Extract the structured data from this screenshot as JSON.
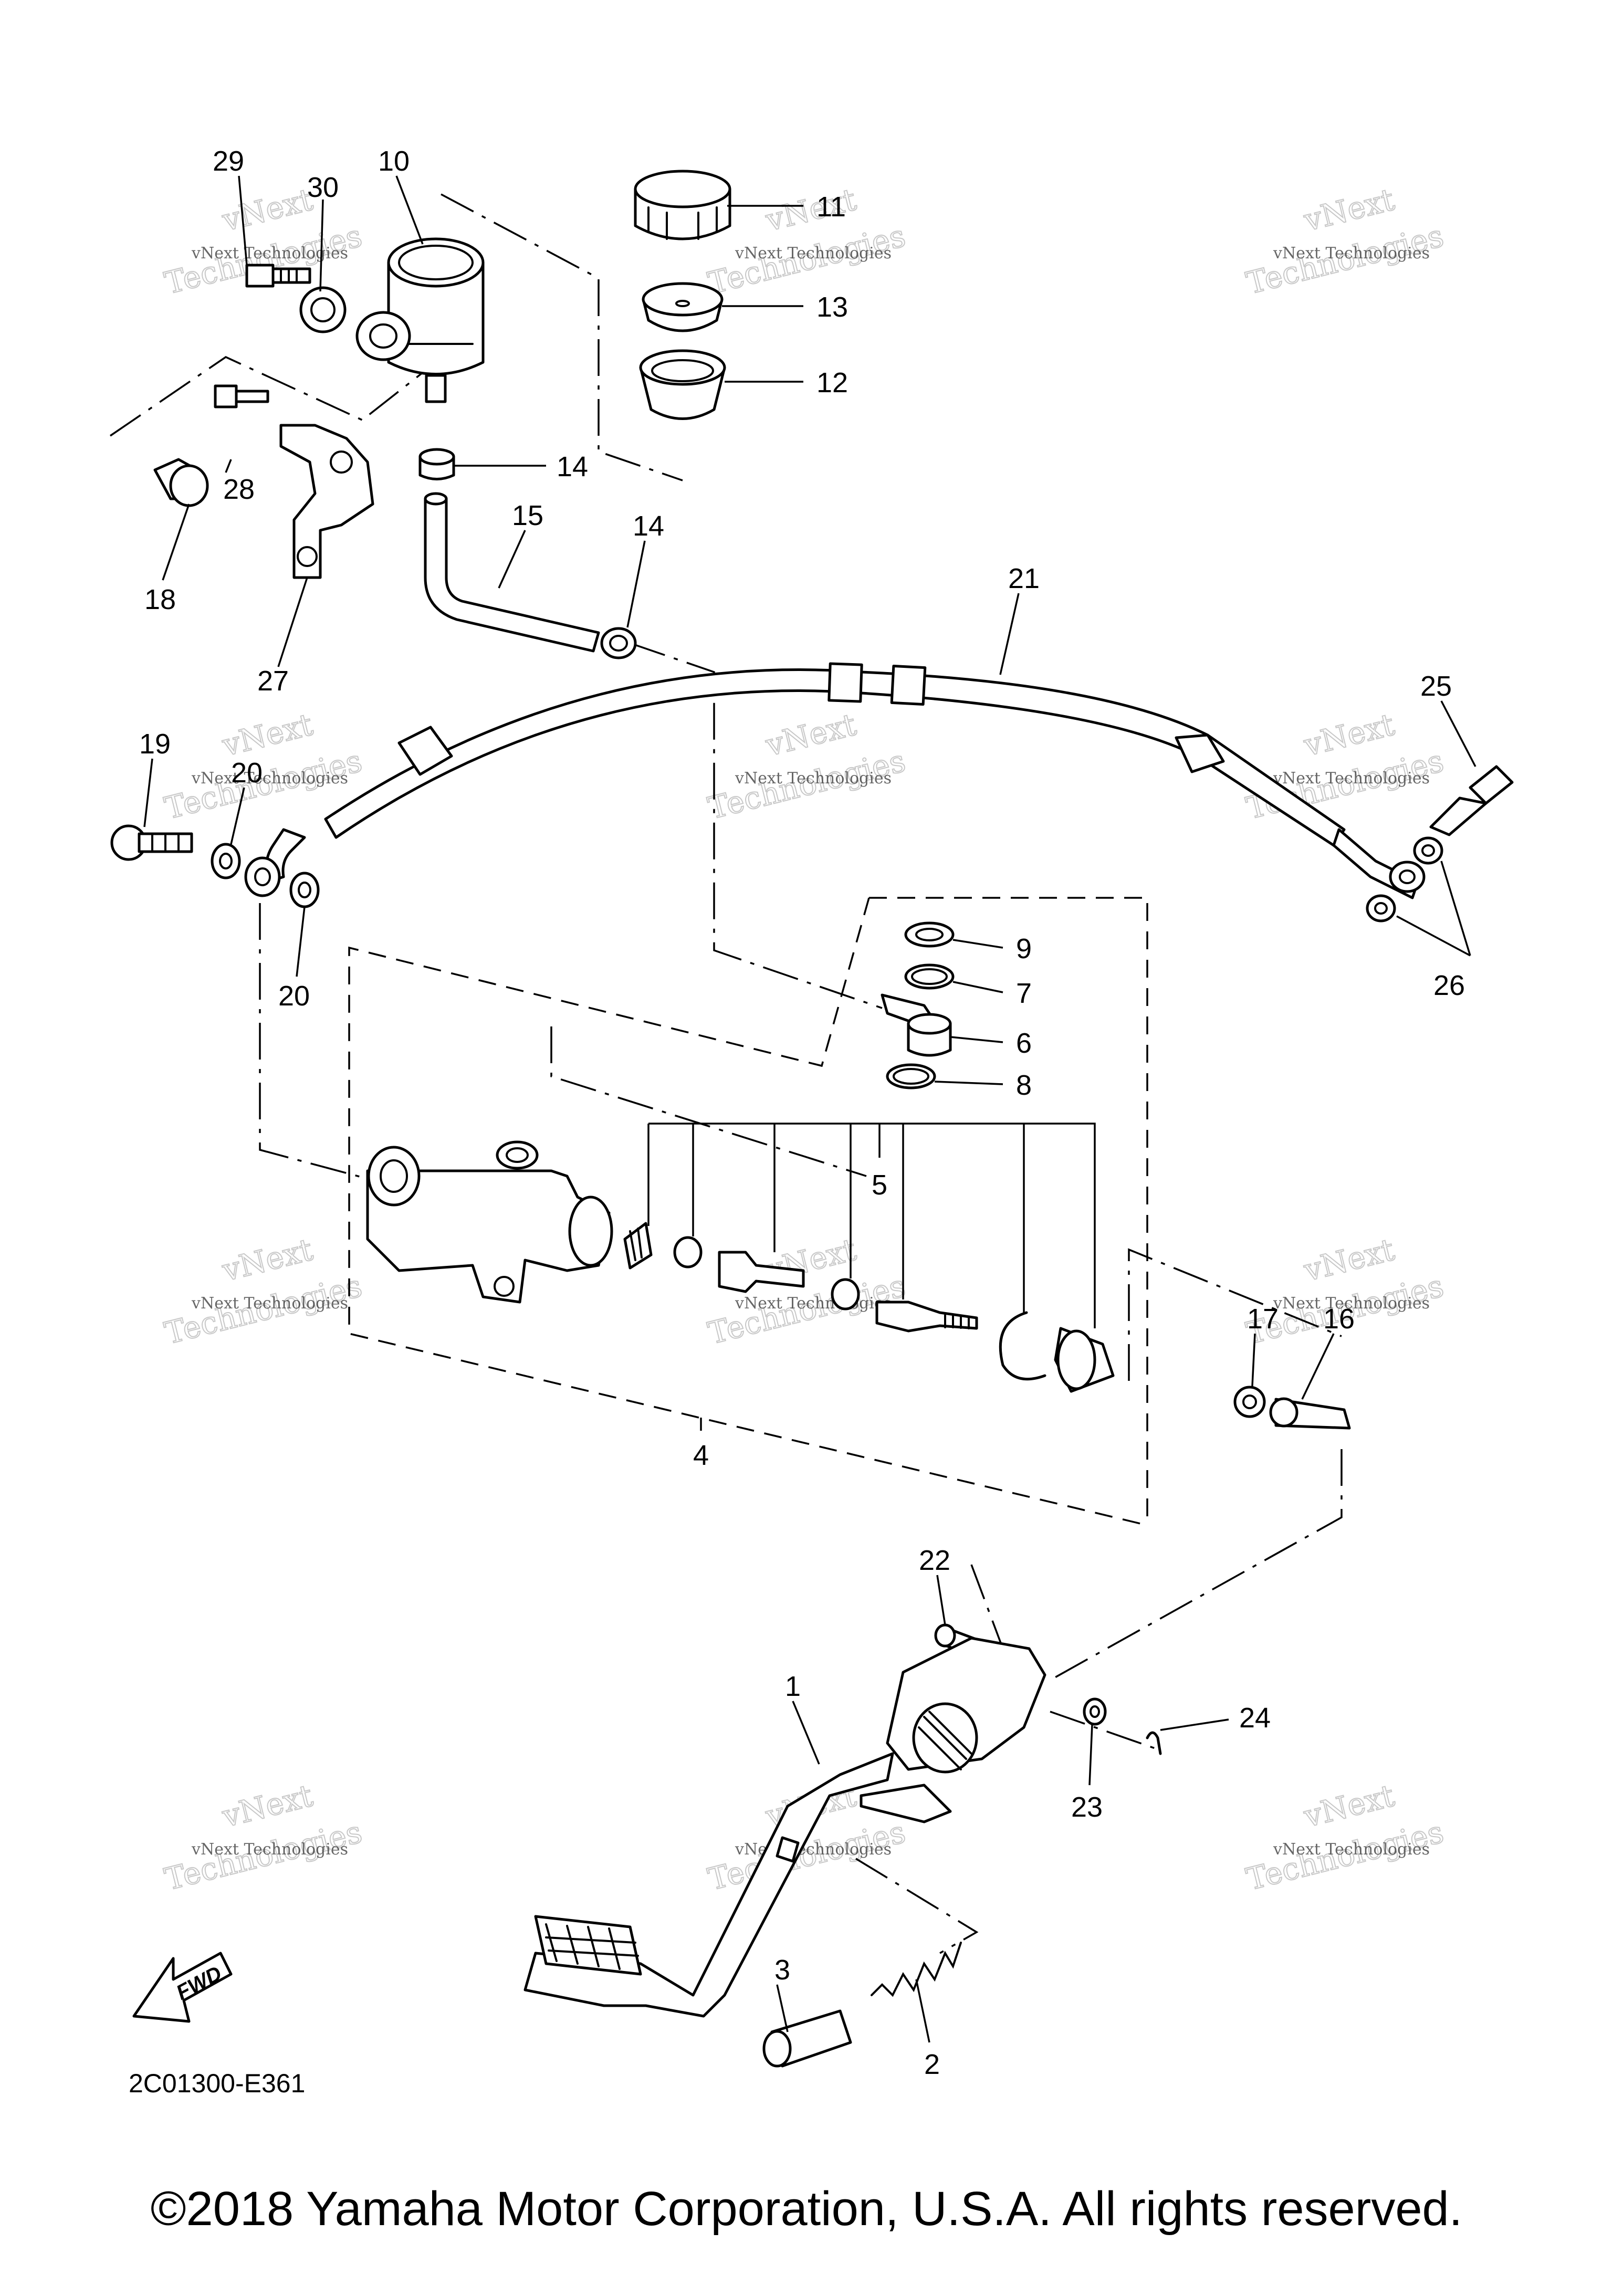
{
  "diagram": {
    "ref_code": "2C01300-E361",
    "fwd_label": "FWD",
    "copyright": "©2018 Yamaha Motor Corporation, U.S.A. All rights reserved.",
    "watermark": {
      "line1": "vNext Technologies",
      "line2": "Technologies",
      "prefix": "vNext"
    },
    "callouts": [
      {
        "id": "c1",
        "label": "1"
      },
      {
        "id": "c2",
        "label": "2"
      },
      {
        "id": "c3",
        "label": "3"
      },
      {
        "id": "c4",
        "label": "4"
      },
      {
        "id": "c5",
        "label": "5"
      },
      {
        "id": "c6",
        "label": "6"
      },
      {
        "id": "c7",
        "label": "7"
      },
      {
        "id": "c8",
        "label": "8"
      },
      {
        "id": "c9",
        "label": "9"
      },
      {
        "id": "c10",
        "label": "10"
      },
      {
        "id": "c11",
        "label": "11"
      },
      {
        "id": "c12",
        "label": "12"
      },
      {
        "id": "c13",
        "label": "13"
      },
      {
        "id": "c14a",
        "label": "14"
      },
      {
        "id": "c14b",
        "label": "14"
      },
      {
        "id": "c15",
        "label": "15"
      },
      {
        "id": "c16",
        "label": "16"
      },
      {
        "id": "c17",
        "label": "17"
      },
      {
        "id": "c18",
        "label": "18"
      },
      {
        "id": "c19",
        "label": "19"
      },
      {
        "id": "c20a",
        "label": "20"
      },
      {
        "id": "c20b",
        "label": "20"
      },
      {
        "id": "c21",
        "label": "21"
      },
      {
        "id": "c22",
        "label": "22"
      },
      {
        "id": "c23",
        "label": "23"
      },
      {
        "id": "c24",
        "label": "24"
      },
      {
        "id": "c25",
        "label": "25"
      },
      {
        "id": "c26",
        "label": "26"
      },
      {
        "id": "c27",
        "label": "27"
      },
      {
        "id": "c28",
        "label": "28"
      },
      {
        "id": "c29",
        "label": "29"
      },
      {
        "id": "c30",
        "label": "30"
      }
    ]
  }
}
